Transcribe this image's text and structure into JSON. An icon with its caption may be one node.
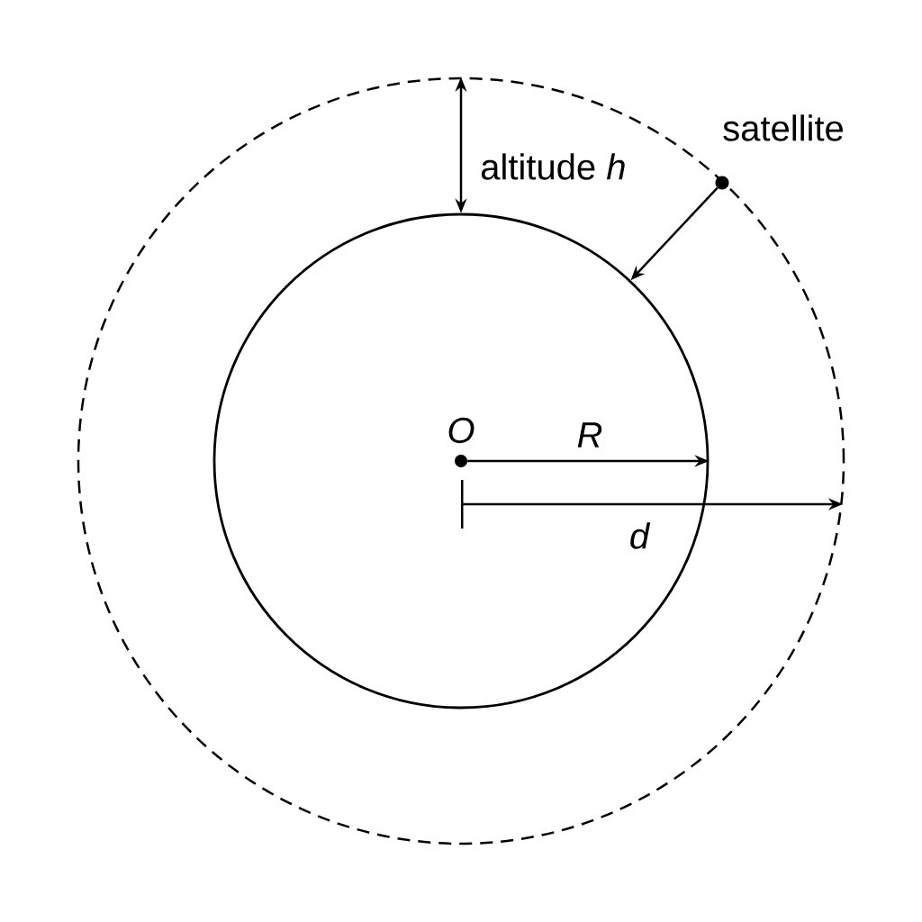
{
  "diagram": {
    "nodes": [
      {
        "text": [],
        "shape": "circle"
      },
      {
        "text": [],
        "shape": "circle",
        "in": 0
      },
      {
        "text": [],
        "shape": "circle",
        "beside": [
          "satellite"
        ],
        "in": 0
      },
      {
        "text": [],
        "shape": "circle",
        "beside": [
          "O"
        ],
        "in": 1
      }
    ],
    "edges": [
      {
        "from": 2,
        "to": 1,
        "arrow": "to"
      },
      {
        "from": 0,
        "to": 1,
        "arrow": "both",
        "label": "altitude *h*"
      },
      {
        "from": 3,
        "to": 1,
        "arrow": "to",
        "label": "R"
      }
    ],
    "labels": [
      "d"
    ]
  }
}
